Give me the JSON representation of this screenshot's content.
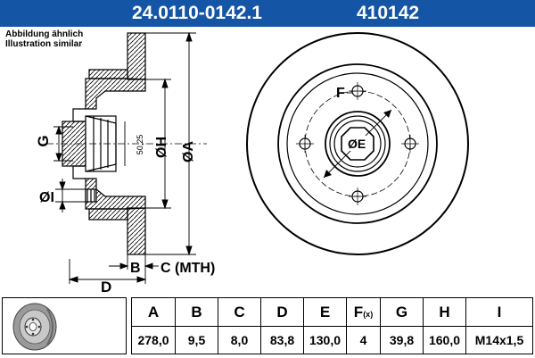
{
  "header": {
    "part_number": "24.0110-0142.1",
    "code": "410142"
  },
  "note": {
    "line1": "Abbildung ähnlich",
    "line2": "Illustration similar"
  },
  "drawing_labels": {
    "A": "ØA",
    "H": "ØH",
    "G": "G",
    "I": "ØI",
    "D": "D",
    "B": "B",
    "C": "C (MTH)",
    "E": "ØE",
    "F": "F",
    "bore": "50,25"
  },
  "table": {
    "headers": [
      "A",
      "B",
      "C",
      "D",
      "E",
      "F",
      "G",
      "H",
      "I"
    ],
    "f_suffix": "(x)",
    "values": [
      "278,0",
      "9,5",
      "8,0",
      "83,8",
      "130,0",
      "4",
      "39,8",
      "160,0",
      "M14x1,5"
    ]
  },
  "colors": {
    "header_bg": "#1455a6",
    "header_text": "#ffffff",
    "line": "#000000"
  }
}
